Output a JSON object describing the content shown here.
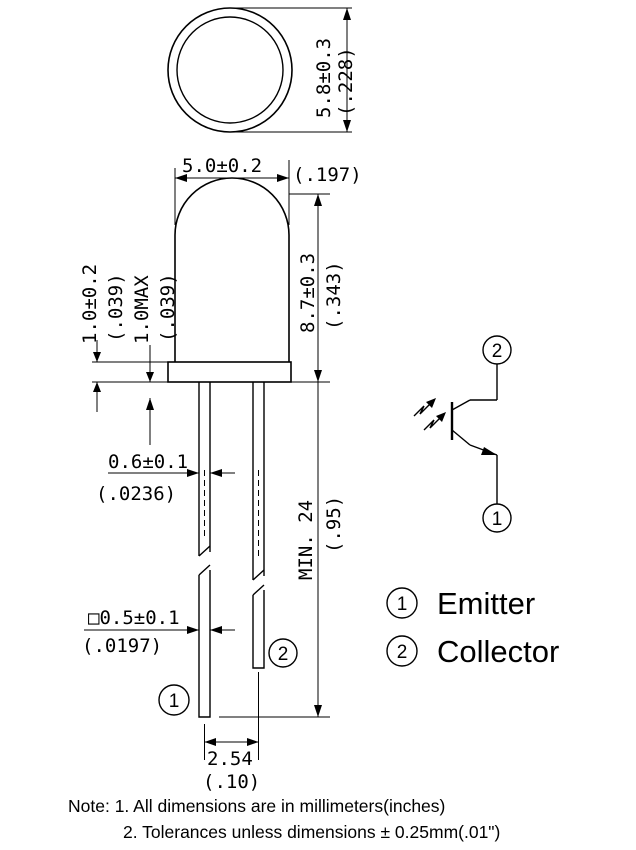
{
  "dimensions": {
    "top_height": "5.8±0.3",
    "top_height_in": "(.228)",
    "body_width": "5.0±0.2",
    "body_width_in": "(.197)",
    "body_height": "8.7±0.3",
    "body_height_in": "(.343)",
    "flange": "1.0±0.2",
    "flange_in": "(.039)",
    "flange_max": "1.0MAX",
    "flange_max_in": "(.039)",
    "lead_width": "0.6±0.1",
    "lead_width_in": "(.0236)",
    "lead_square": "□0.5±0.1",
    "lead_square_in": "(.0197)",
    "lead_length": "MIN. 24",
    "lead_length_in": "(.95)",
    "pitch": "2.54",
    "pitch_in": "(.10)"
  },
  "pins": {
    "pin1_marker": "1",
    "pin2_marker": "2"
  },
  "legend": {
    "item1_number": "1",
    "item1_label": "Emitter",
    "item2_number": "2",
    "item2_label": "Collector"
  },
  "notes": {
    "line1": "Note: 1. All dimensions are in millimeters(inches)",
    "line2": "2. Tolerances unless dimensions ± 0.25mm(.01\")"
  }
}
